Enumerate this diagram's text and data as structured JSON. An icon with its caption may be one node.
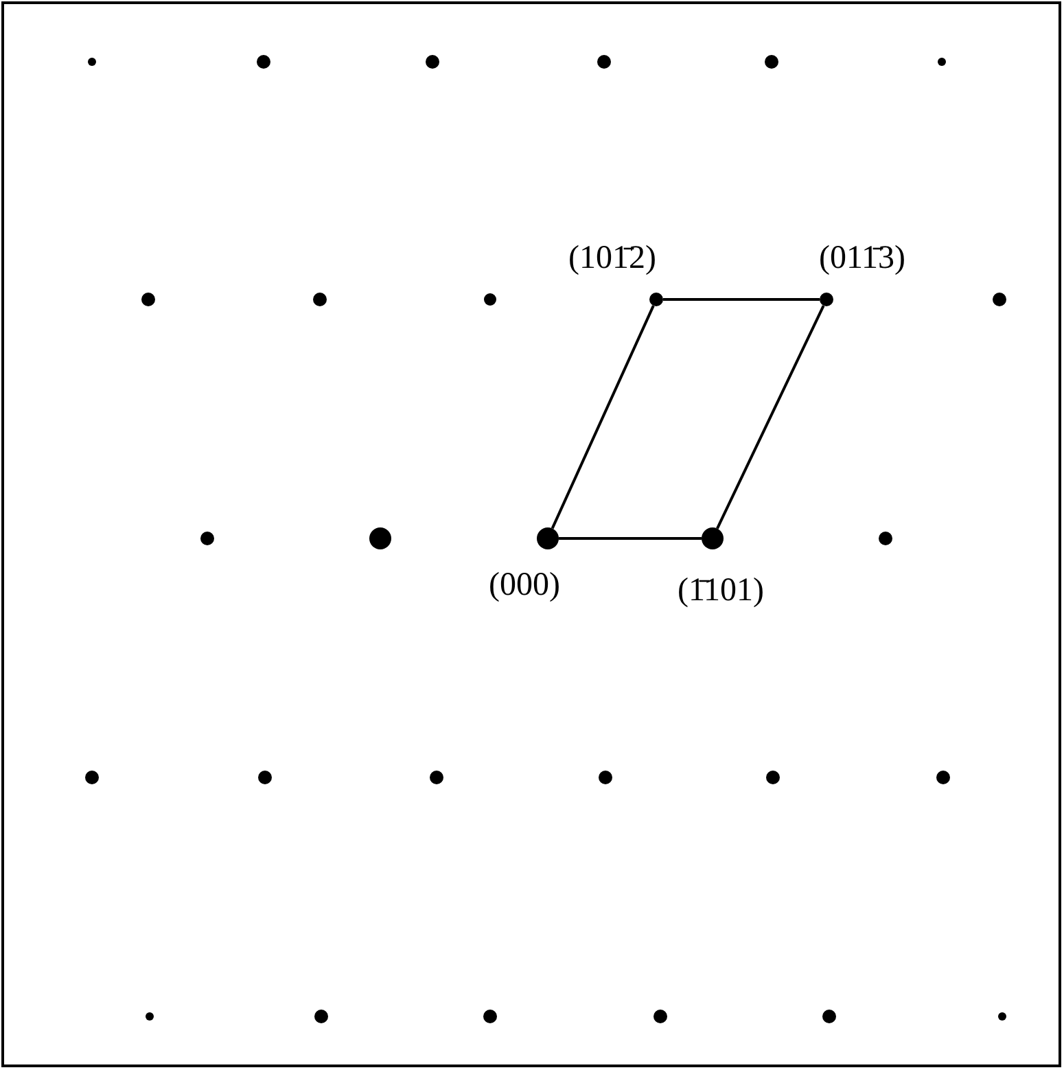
{
  "diagram": {
    "nodes": [
      {
        "text": [],
        "shape": "circle",
        "beside": [
          "(101̄2)"
        ]
      },
      {
        "text": [],
        "shape": "circle",
        "beside": [
          "(011̄3)"
        ]
      },
      {
        "text": [],
        "shape": "circle",
        "beside": [
          "(000)"
        ]
      },
      {
        "text": [],
        "shape": "circle",
        "beside": [
          "(1̄101)"
        ]
      }
    ],
    "edges": [
      {
        "from": 0,
        "to": 1,
        "arrow": "none"
      },
      {
        "from": 1,
        "to": 3,
        "arrow": "none"
      },
      {
        "from": 3,
        "to": 2,
        "arrow": "none"
      },
      {
        "from": 2,
        "to": 0,
        "arrow": "none"
      }
    ]
  }
}
